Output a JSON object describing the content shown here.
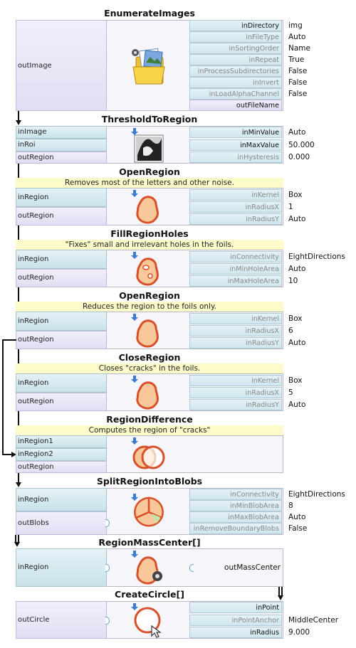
{
  "nodes": [
    {
      "title": "EnumerateImages",
      "outputs": [
        "outImage"
      ],
      "params": [
        [
          "inDirectory",
          "img"
        ],
        [
          "inFileType",
          "Auto"
        ],
        [
          "inSortingOrder",
          "Name"
        ],
        [
          "inRepeat",
          "True"
        ],
        [
          "inProcessSubdirectories",
          "False"
        ],
        [
          "inInvert",
          "False"
        ],
        [
          "inLoadAlphaChannel",
          "False"
        ]
      ],
      "param_outputs": [
        "outFileName"
      ]
    },
    {
      "title": "ThresholdToRegion",
      "inputs": [
        "inImage",
        "inRoi"
      ],
      "outputs": [
        "outRegion"
      ],
      "params": [
        [
          "inMinValue",
          "Auto"
        ],
        [
          "inMaxValue",
          "50.000"
        ],
        [
          "inHysteresis",
          "0.000"
        ]
      ]
    },
    {
      "title": "OpenRegion",
      "comment": "Removes most of the letters and other noise.",
      "inputs": [
        "inRegion"
      ],
      "outputs": [
        "outRegion"
      ],
      "params": [
        [
          "inKernel",
          "Box"
        ],
        [
          "inRadiusX",
          "1"
        ],
        [
          "inRadiusY",
          "Auto"
        ]
      ]
    },
    {
      "title": "FillRegionHoles",
      "comment": "\"Fixes\" small and irrelevant holes in the foils.",
      "inputs": [
        "inRegion"
      ],
      "outputs": [
        "outRegion"
      ],
      "params": [
        [
          "inConnectivity",
          "EightDirections"
        ],
        [
          "inMinHoleArea",
          "Auto"
        ],
        [
          "inMaxHoleArea",
          "10"
        ]
      ]
    },
    {
      "title": "OpenRegion",
      "comment": "Reduces the region to the foils only.",
      "inputs": [
        "inRegion"
      ],
      "outputs": [
        "outRegion"
      ],
      "params": [
        [
          "inKernel",
          "Box"
        ],
        [
          "inRadiusX",
          "6"
        ],
        [
          "inRadiusY",
          "Auto"
        ]
      ]
    },
    {
      "title": "CloseRegion",
      "comment": "Closes \"cracks\" in the foils.",
      "inputs": [
        "inRegion"
      ],
      "outputs": [
        "outRegion"
      ],
      "params": [
        [
          "inKernel",
          "Box"
        ],
        [
          "inRadiusX",
          "5"
        ],
        [
          "inRadiusY",
          "Auto"
        ]
      ]
    },
    {
      "title": "RegionDifference",
      "comment": "Computes the region of \"cracks\"",
      "inputs": [
        "inRegion1",
        "inRegion2"
      ],
      "outputs": [
        "outRegion"
      ]
    },
    {
      "title": "SplitRegionIntoBlobs",
      "inputs": [
        "inRegion"
      ],
      "outputs": [
        "outBlobs"
      ],
      "params": [
        [
          "inConnectivity",
          "EightDirections"
        ],
        [
          "inMinBlobArea",
          "8"
        ],
        [
          "inMaxBlobArea",
          "Auto"
        ],
        [
          "inRemoveBoundaryBlobs",
          "False"
        ]
      ]
    },
    {
      "title": "RegionMassCenter[]",
      "inputs": [
        "inRegion"
      ],
      "param_outputs": [
        "outMassCenter"
      ]
    },
    {
      "title": "CreateCircle[]",
      "outputs": [
        "outCircle"
      ],
      "params": [
        [
          "inPoint",
          ""
        ],
        [
          "inPointAnchor",
          "MiddleCenter"
        ],
        [
          "inRadius",
          "9.000"
        ]
      ]
    }
  ],
  "icons": [
    "folder-images-icon",
    "threshold-icon",
    "open-region-icon",
    "fill-holes-icon",
    "open-region-icon",
    "close-region-icon",
    "region-difference-icon",
    "split-blobs-icon",
    "mass-center-icon",
    "create-circle-icon"
  ],
  "colors": {
    "input_bar": "#c9e2ea",
    "output_bar": "#e1def3",
    "comment_bg": "#fdfbc9",
    "box_bg": "#f6f6fa",
    "region_fill": "#f8c89a",
    "region_stroke": "#d8502a"
  }
}
